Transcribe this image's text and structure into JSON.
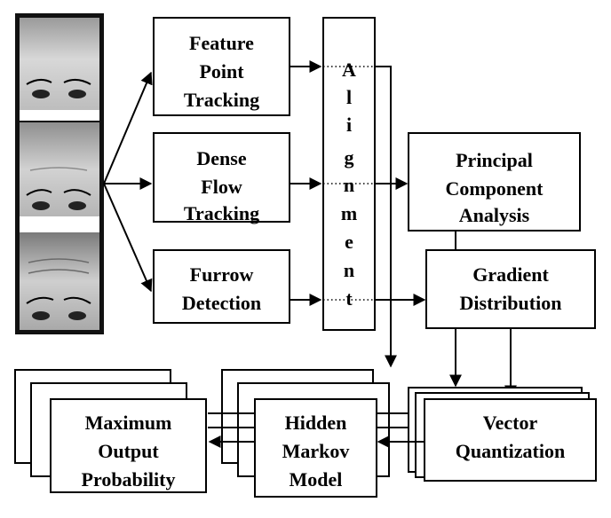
{
  "boxes": {
    "feature_point_tracking": [
      "Feature",
      "Point",
      "Tracking"
    ],
    "dense_flow_tracking": [
      "Dense",
      "Flow",
      "Tracking"
    ],
    "furrow_detection": [
      "Furrow",
      "Detection"
    ],
    "alignment": [
      "A",
      "l",
      "i",
      "g",
      "n",
      "m",
      "e",
      "n",
      "t"
    ],
    "principal_component_analysis": [
      "Principal",
      "Component",
      "Analysis"
    ],
    "gradient_distribution": [
      "Gradient",
      "Distribution"
    ],
    "maximum_output_probability": [
      "Maximum",
      "Output",
      "Probability"
    ],
    "hidden_markov_model": [
      "Hidden",
      "Markov",
      "Model"
    ],
    "vector_quantization": [
      "Vector",
      "Quantization"
    ]
  },
  "faces": [
    "upper-face-neutral",
    "upper-face-brow-raise",
    "upper-face-brow-furrow"
  ],
  "colors": {
    "stroke": "#000000",
    "background": "#ffffff",
    "photo_frame": "#111111"
  }
}
